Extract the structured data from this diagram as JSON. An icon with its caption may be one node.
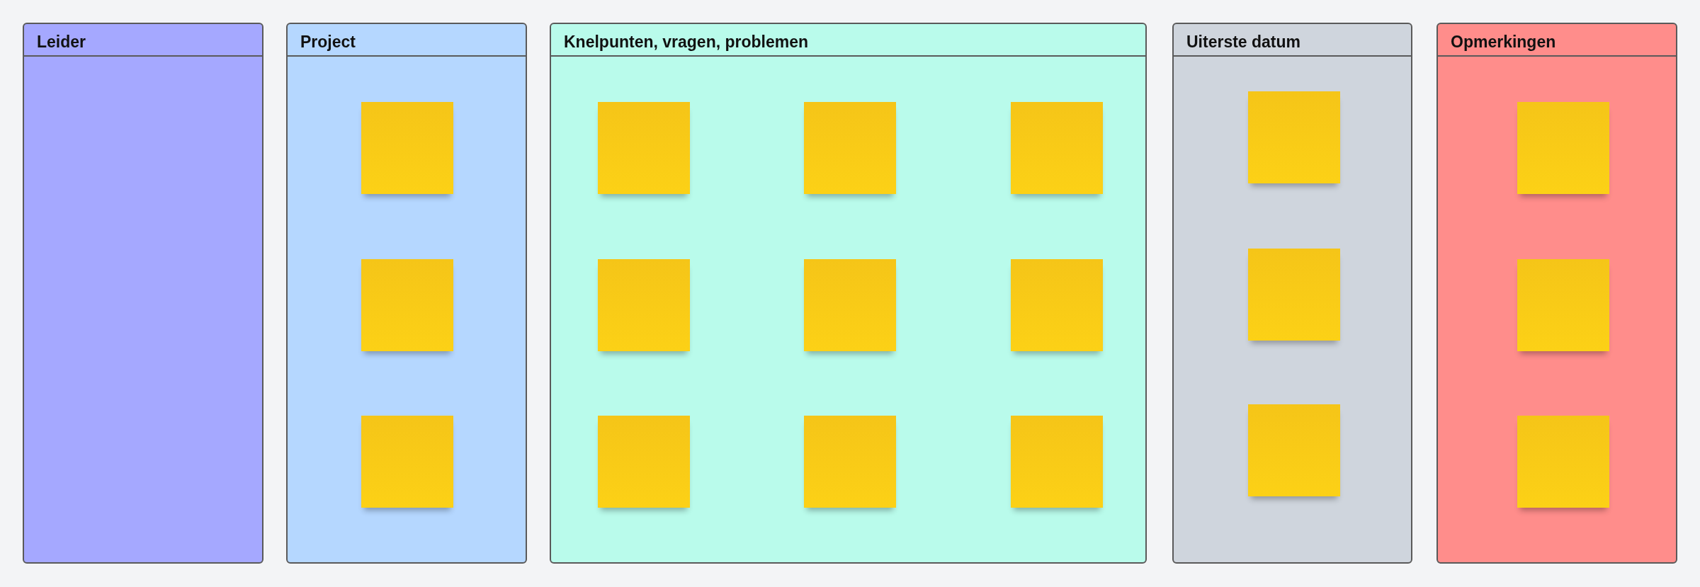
{
  "diagram": {
    "nodes": [
      {
        "text": [
          "Leider"
        ]
      },
      {
        "text": [
          "Project"
        ]
      },
      {
        "text": [],
        "shape": "box",
        "in": 1
      },
      {
        "text": [],
        "shape": "box",
        "in": 1
      },
      {
        "text": [],
        "shape": "box",
        "in": 1
      },
      {
        "text": [
          "Knelpunten, vragen, problemen"
        ]
      },
      {
        "text": [],
        "shape": "box",
        "in": 5
      },
      {
        "text": [],
        "shape": "box",
        "in": 5
      },
      {
        "text": [],
        "shape": "box",
        "in": 5
      },
      {
        "text": [],
        "shape": "box",
        "in": 5
      },
      {
        "text": [],
        "shape": "box",
        "in": 5
      },
      {
        "text": [],
        "shape": "box",
        "in": 5
      },
      {
        "text": [],
        "shape": "box",
        "in": 5
      },
      {
        "text": [],
        "shape": "box",
        "in": 5
      },
      {
        "text": [],
        "shape": "box",
        "in": 5
      },
      {
        "text": [
          "Uiterste datum"
        ]
      },
      {
        "text": [],
        "shape": "box",
        "in": 15
      },
      {
        "text": [],
        "shape": "box",
        "in": 15
      },
      {
        "text": [],
        "shape": "box",
        "in": 15
      },
      {
        "text": [
          "Opmerkingen"
        ]
      },
      {
        "text": [],
        "shape": "box",
        "in": 19
      },
      {
        "text": [],
        "shape": "box",
        "in": 19
      },
      {
        "text": [],
        "shape": "box",
        "in": 19
      }
    ]
  }
}
